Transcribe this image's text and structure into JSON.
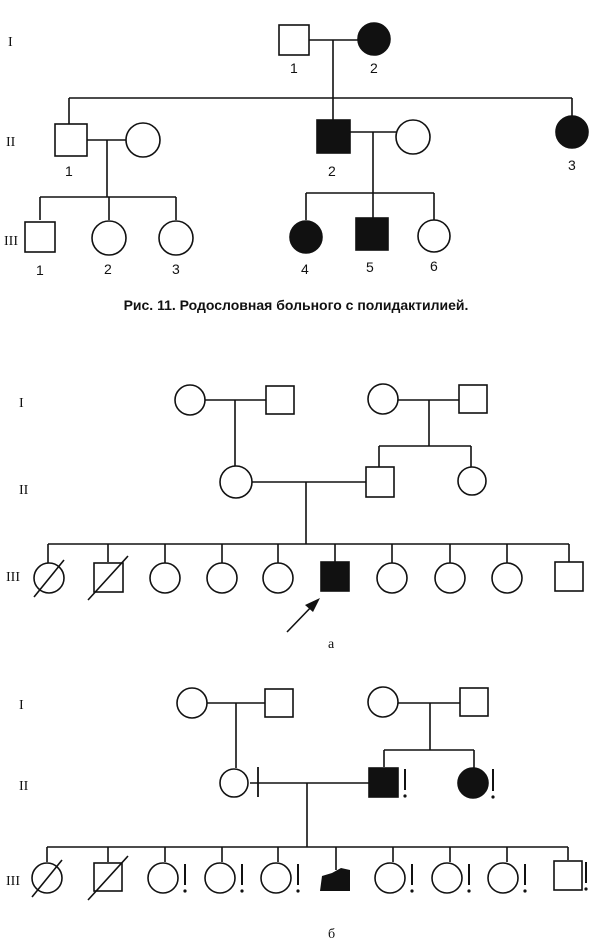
{
  "figure1": {
    "caption": "Рис. 11. Родословная больного с полидактилией.",
    "generations": [
      "I",
      "II",
      "III"
    ],
    "gen1_numbers": [
      "1",
      "2"
    ],
    "gen2_numbers": [
      "1",
      "2",
      "3"
    ],
    "gen3_numbers": [
      "1",
      "2",
      "3",
      "4",
      "5",
      "6"
    ]
  },
  "figure_a": {
    "label": "а",
    "generations": [
      "I",
      "II",
      "III"
    ]
  },
  "figure_b": {
    "label": "б",
    "generations": [
      "I",
      "II",
      "III"
    ]
  }
}
